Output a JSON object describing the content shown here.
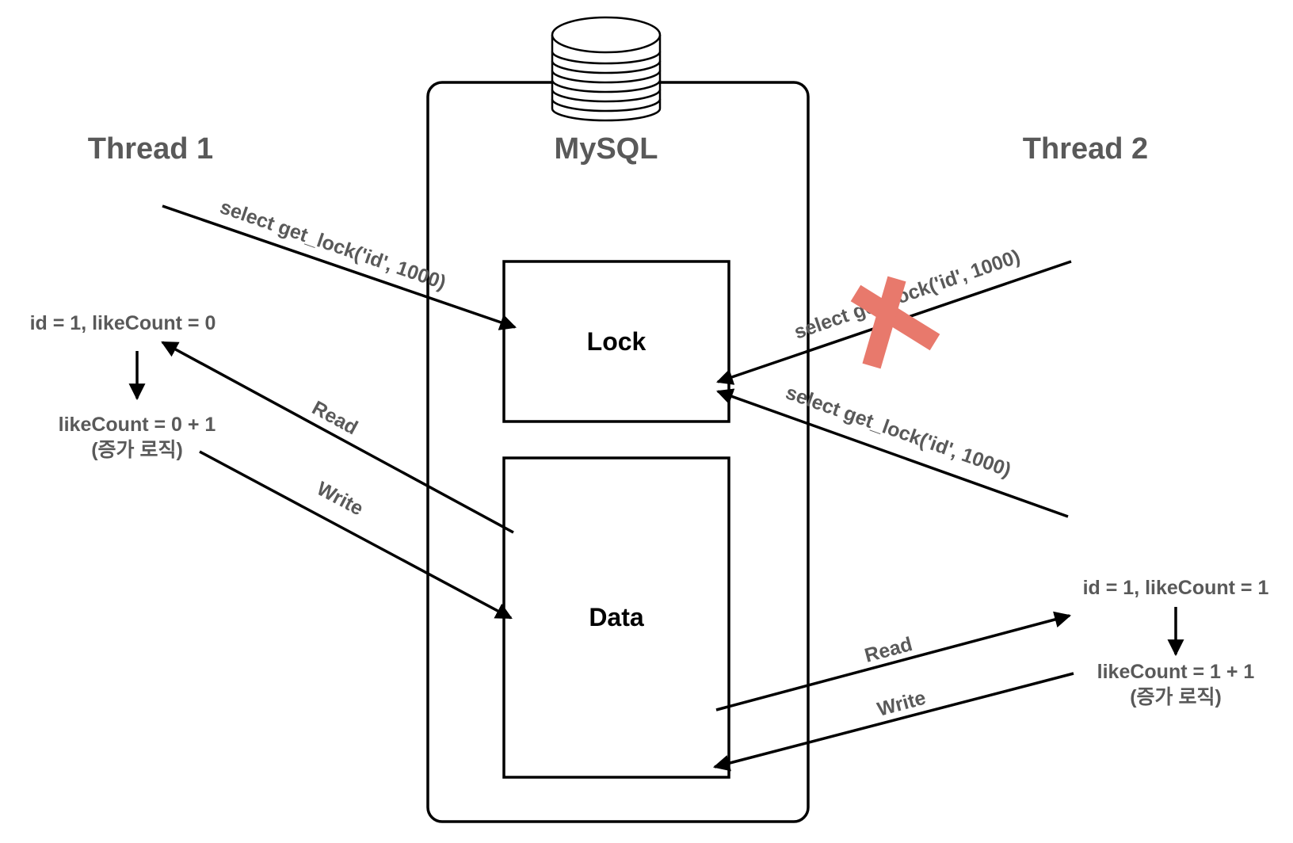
{
  "titles": {
    "thread1": "Thread 1",
    "mysql": "MySQL",
    "thread2": "Thread 2"
  },
  "boxes": {
    "lock": "Lock",
    "data": "Data"
  },
  "thread1": {
    "state": "id = 1, likeCount = 0",
    "increment": "likeCount = 0 + 1",
    "increment_note": "(증가 로직)"
  },
  "thread2": {
    "state": "id = 1, likeCount = 1",
    "increment": "likeCount = 1 + 1",
    "increment_note": "(증가 로직)"
  },
  "edges": {
    "t1_get_lock": "select get_lock('id', 1000)",
    "t2_get_lock_blocked": "select get_lock('id', 1000)",
    "t2_get_lock": "select get_lock('id', 1000)",
    "t1_read": "Read",
    "t1_write": "Write",
    "t2_read": "Read",
    "t2_write": "Write"
  },
  "colors": {
    "blocked_mark": "#e8796c",
    "title_text": "#595959",
    "stroke": "#000000"
  },
  "icons": {
    "database": "database-icon",
    "blocked": "cross-icon"
  }
}
